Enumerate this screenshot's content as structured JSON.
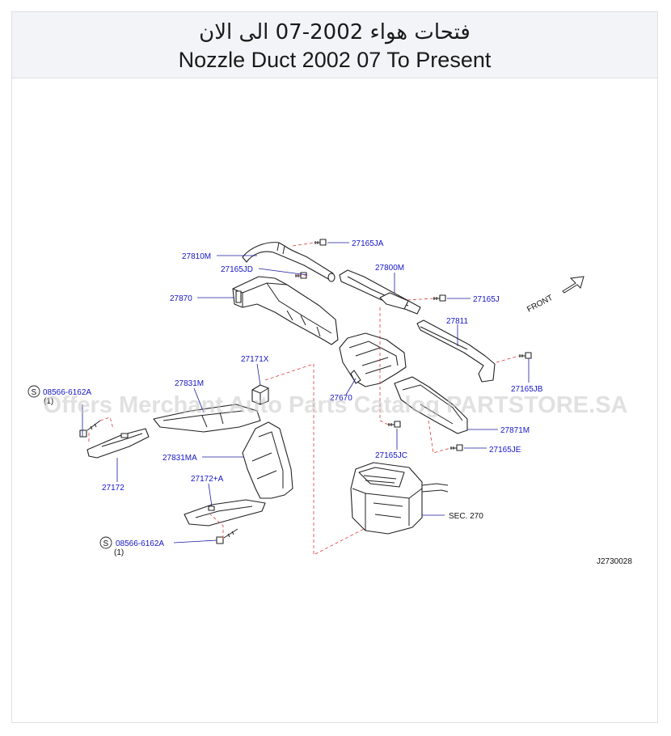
{
  "header": {
    "title_ar": "فتحات هواء 2002-07 الى الان",
    "title_en": "Nozzle Duct 2002 07 To Present"
  },
  "watermark": "Offers Merchant Auto Parts Catalog PARTSTORE.SA",
  "diagram_code": "J2730028",
  "front_label": "FRONT",
  "parts": [
    {
      "id": "p-27165ja",
      "label": "27165JA"
    },
    {
      "id": "p-27810m",
      "label": "27810M"
    },
    {
      "id": "p-27165jd",
      "label": "27165JD"
    },
    {
      "id": "p-27800m",
      "label": "27800M"
    },
    {
      "id": "p-27870",
      "label": "27870"
    },
    {
      "id": "p-27165j",
      "label": "27165J"
    },
    {
      "id": "p-27811",
      "label": "27811"
    },
    {
      "id": "p-27171x",
      "label": "27171X"
    },
    {
      "id": "p-27831m",
      "label": "27831M"
    },
    {
      "id": "p-08566-a",
      "label": "08566-6162A"
    },
    {
      "id": "p-qty-a",
      "label": "(1)"
    },
    {
      "id": "p-27670",
      "label": "27670"
    },
    {
      "id": "p-27165jb",
      "label": "27165JB"
    },
    {
      "id": "p-27871m",
      "label": "27871M"
    },
    {
      "id": "p-27165jc",
      "label": "27165JC"
    },
    {
      "id": "p-27165je",
      "label": "27165JE"
    },
    {
      "id": "p-27172",
      "label": "27172"
    },
    {
      "id": "p-27831ma",
      "label": "27831MA"
    },
    {
      "id": "p-27172a",
      "label": "27172+A"
    },
    {
      "id": "p-08566-b",
      "label": "08566-6162A"
    },
    {
      "id": "p-qty-b",
      "label": "(1)"
    }
  ],
  "sec_label": "SEC.  270",
  "s_marker": "S"
}
